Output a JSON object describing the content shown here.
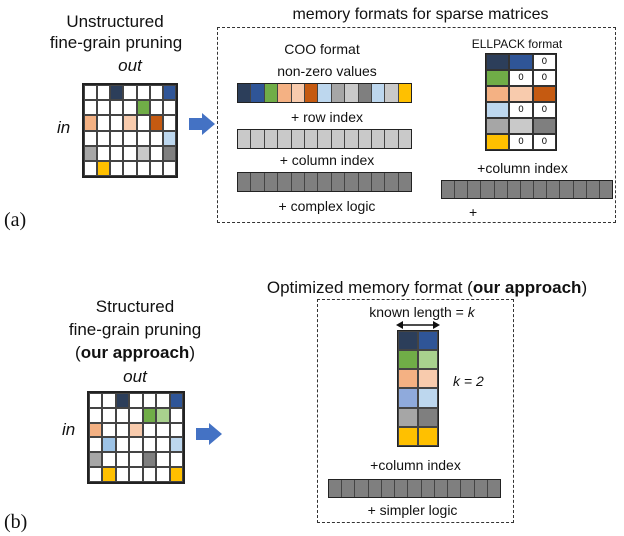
{
  "colors": {
    "navy": "#2c3e5a",
    "blue": "#2f5597",
    "green": "#70ad47",
    "lightgreen": "#a9d18e",
    "salmon": "#f4b183",
    "peach": "#f8cbad",
    "rust": "#c55a11",
    "lightblue": "#9dc3e6",
    "steel": "#8faadc",
    "gray": "#a6a6a6",
    "lightgray": "#c9c9c9",
    "darkgray": "#7f7f7f",
    "yellow": "#ffc000",
    "paleblue": "#bdd7ee",
    "arrow": "#4472c4"
  },
  "panel_a": {
    "label": "(a)",
    "title_line1": "Unstructured",
    "title_line2": "fine-grain pruning",
    "out_label": "out",
    "in_label": "in",
    "matrix": [
      [
        "",
        "",
        "navy",
        "",
        "",
        "",
        "blue"
      ],
      [
        "",
        "",
        "",
        "",
        "green",
        "",
        ""
      ],
      [
        "salmon",
        "",
        "",
        "peach",
        "",
        "rust",
        ""
      ],
      [
        "",
        "",
        "",
        "",
        "",
        "",
        "paleblue"
      ],
      [
        "gray",
        "",
        "",
        "",
        "lightgray",
        "",
        "darkgray"
      ],
      [
        "",
        "yellow",
        "",
        "",
        "",
        "",
        ""
      ]
    ],
    "formats_title": "memory formats for sparse matrices",
    "coo_title": "COO format",
    "nonzero_label": "non-zero values",
    "coo_values": [
      "navy",
      "blue",
      "green",
      "salmon",
      "peach",
      "rust",
      "paleblue",
      "gray",
      "lightgray",
      "darkgray",
      "paleblue",
      "lightgray",
      "yellow"
    ],
    "row_index_label": "+ row index",
    "column_index_label": "+ column index",
    "complex_logic_label": "+  complex logic",
    "ellpack_title": "ELLPACK format",
    "ellpack": [
      [
        {
          "c": "navy",
          "t": ""
        },
        {
          "c": "blue",
          "t": ""
        },
        {
          "c": "",
          "t": "0"
        }
      ],
      [
        {
          "c": "green",
          "t": ""
        },
        {
          "c": "",
          "t": "0"
        },
        {
          "c": "",
          "t": "0"
        }
      ],
      [
        {
          "c": "salmon",
          "t": ""
        },
        {
          "c": "peach",
          "t": ""
        },
        {
          "c": "rust",
          "t": ""
        }
      ],
      [
        {
          "c": "paleblue",
          "t": ""
        },
        {
          "c": "",
          "t": "0"
        },
        {
          "c": "",
          "t": "0"
        }
      ],
      [
        {
          "c": "gray",
          "t": ""
        },
        {
          "c": "lightgray",
          "t": ""
        },
        {
          "c": "darkgray",
          "t": ""
        }
      ],
      [
        {
          "c": "yellow",
          "t": ""
        },
        {
          "c": "",
          "t": "0"
        },
        {
          "c": "",
          "t": "0"
        }
      ]
    ],
    "ell_column_index_label": "+column index",
    "ell_plus": "+"
  },
  "panel_b": {
    "label": "(b)",
    "title_line1": "Structured",
    "title_line2": "fine-grain pruning",
    "title_line3_open": "(",
    "title_line3_bold": "our approach",
    "title_line3_close": ")",
    "out_label": "out",
    "in_label": "in",
    "matrix": [
      [
        "",
        "",
        "navy",
        "",
        "",
        "",
        "blue"
      ],
      [
        "",
        "",
        "",
        "",
        "green",
        "lightgreen",
        ""
      ],
      [
        "salmon",
        "",
        "",
        "peach",
        "",
        "",
        ""
      ],
      [
        "",
        "lightblue",
        "",
        "",
        "",
        "",
        "paleblue"
      ],
      [
        "gray",
        "",
        "",
        "",
        "darkgray",
        "",
        ""
      ],
      [
        "",
        "yellow",
        "",
        "",
        "",
        "",
        "yellow"
      ]
    ],
    "opt_title_prefix": "Optimized memory format (",
    "opt_title_bold": "our approach",
    "opt_title_suffix": ")",
    "known_length_label": "known length = ",
    "known_length_k": "k",
    "k_label": "k = 2",
    "kformat": [
      [
        "navy",
        "blue"
      ],
      [
        "green",
        "lightgreen"
      ],
      [
        "salmon",
        "peach"
      ],
      [
        "steel",
        "paleblue"
      ],
      [
        "gray",
        "darkgray"
      ],
      [
        "yellow",
        "yellow"
      ]
    ],
    "column_index_label": "+column index",
    "simpler_logic_label": "+  simpler logic"
  }
}
